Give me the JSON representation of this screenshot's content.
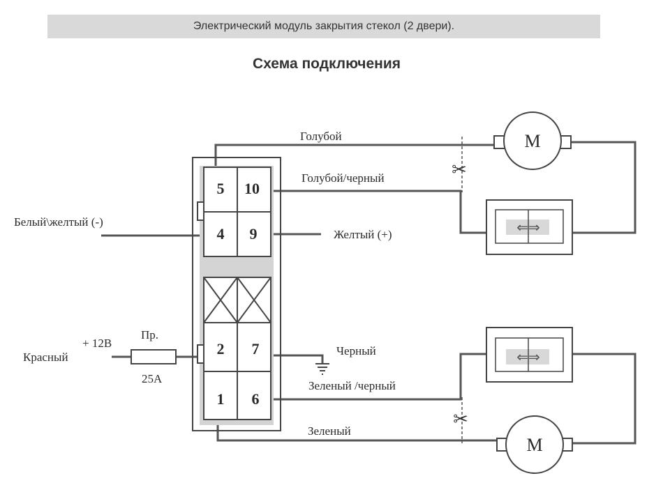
{
  "header": {
    "title": "Электрический модуль закрытия стекол (2 двери)."
  },
  "subtitle": "Схема подключения",
  "module": {
    "pins": {
      "p5": "5",
      "p10": "10",
      "p4": "4",
      "p9": "9",
      "p2": "2",
      "p7": "7",
      "p1": "1",
      "p6": "6"
    }
  },
  "wires": {
    "blue": "Голубой",
    "blue_black": "Голубой/черный",
    "white_yellow": "Белый\\желтый (-)",
    "yellow": "Желтый (+)",
    "red": "Красный",
    "plus12": "+ 12В",
    "fuse_label": "Пр.",
    "fuse_rating": "25А",
    "black": "Черный",
    "green_black": "Зеленый /черный",
    "green": "Зеленый"
  },
  "motor_label": "M",
  "switch_arrows": "⇐⇒",
  "scissors_symbol": "✂"
}
